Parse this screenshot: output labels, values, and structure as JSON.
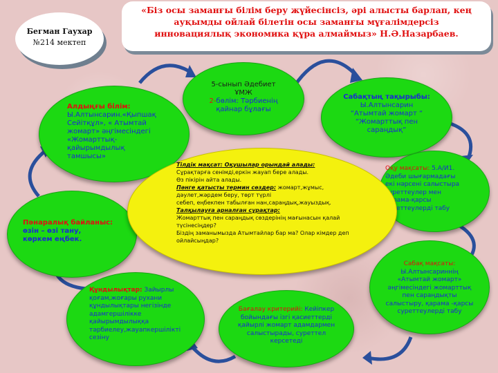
{
  "author": {
    "name": "Бегман Гаухар",
    "school": "№214 мектеп"
  },
  "quote": {
    "line1": "«Біз осы заманғы білім беру жүйесінсіз, әрі алысты барлап, кең",
    "line2": "ауқымды ойлай білетін осы заманғы мұғалімдерсіз",
    "line3": "инновациялық экономика құра алмаймыз»    Н.Ә.Назарбаев."
  },
  "top_center": {
    "line1": "5-сынып Әдебиет",
    "line2": "ҰМЖ",
    "line3_red": "2-",
    "line3_blue": "бөлім: Тәрбиенің",
    "line4": "қайнар бұлағы"
  },
  "prior_knowledge": {
    "title": "Алдыңғы білім:",
    "lines": [
      "Ы.Алтынсарин.«Қыпшақ",
      "Сейітқұл», « Атымтай",
      "жомарт» әңгімесіндегі",
      "«Жомарттық-",
      "қайырымдылық",
      "тамшысы»"
    ]
  },
  "lesson_topic": {
    "title": "Сабақтың тақырыбы:",
    "lines": [
      "Ы.Алтынсарин",
      "“Атымтай жомарт “",
      "“Жомарттық пен",
      "сараңдық”"
    ]
  },
  "learning_objective": {
    "title": "Оқу мақсаты:",
    "code": " 5.А/И1.",
    "lines": [
      "Әдеби шығармадағы",
      "екі нәрсені салыстыра",
      "суреттеулер мен",
      "қарама-қарсы",
      "суреттеулерді  табу"
    ]
  },
  "interdisciplinary": {
    "title": "Пәнаралық байланыс:",
    "line1": "өзін – өзі тану,",
    "line2": " көркем еңбек."
  },
  "lesson_goal": {
    "title": "Сабақ мақсаты:",
    "lines": [
      "Ы.Алтынсариннің",
      "«Атымтай жомарт»",
      "әңгімесіндегі жомарттық",
      "пен сараңдықты",
      "салыстыру, қарама -қарсы",
      "суреттеулерді табу"
    ]
  },
  "values": {
    "title": "Құндылықтар:",
    "first": " Зайырлы",
    "lines": [
      "қоғам,жоғары рухани",
      "құндылықтары негізінде",
      "адамгершілікке",
      "қайырымдылыққа",
      "тәрбиелеу,жауапкершілікті",
      "сезіну"
    ]
  },
  "assessment": {
    "title": "Бағалау критерийі:",
    "first": "  Кейіпкер",
    "lines": [
      "бойындағы ізгі қасиеттерді",
      "қайырлі жомарт адамдармен",
      "салыстырады, суреттел",
      "керсетеді"
    ]
  },
  "center": {
    "lang_goal_label": "Тілдік мақсат:",
    "lang_goal_text": " Оқушылар орындай алады:",
    "l1": "Сұрақтарға сенімді,еркін жауап бере алады.",
    "l2": "Өз пікірін айта алады.",
    "key_terms_label": "Пәнге қатысты термин сөздер:",
    "key_terms_text": " жомарт,жұмыс,",
    "l3": "дәулет,жәрдем беру, төрт түрлі",
    "l4": " себеп, еңбекпен табылған нан,сараңдық,жауыздық.",
    "dialog_label": "Талқылауға арналған сұрақтар:",
    "l5": "Жомарттық пен сараңдық сөздерінің мағынасын  қалай",
    "l6": "түсінесіңдер?",
    "l7": "Біздің заманымызда Атымтайлар бар ма? Олар кімдер деп",
    "l8": "ойлайсыңдар?"
  },
  "colors": {
    "bubble": "#1cd912",
    "center": "#f4f10e",
    "title_red": "#e01010",
    "title_blue": "#1a2bd1",
    "arrow": "#2a4f9c"
  }
}
